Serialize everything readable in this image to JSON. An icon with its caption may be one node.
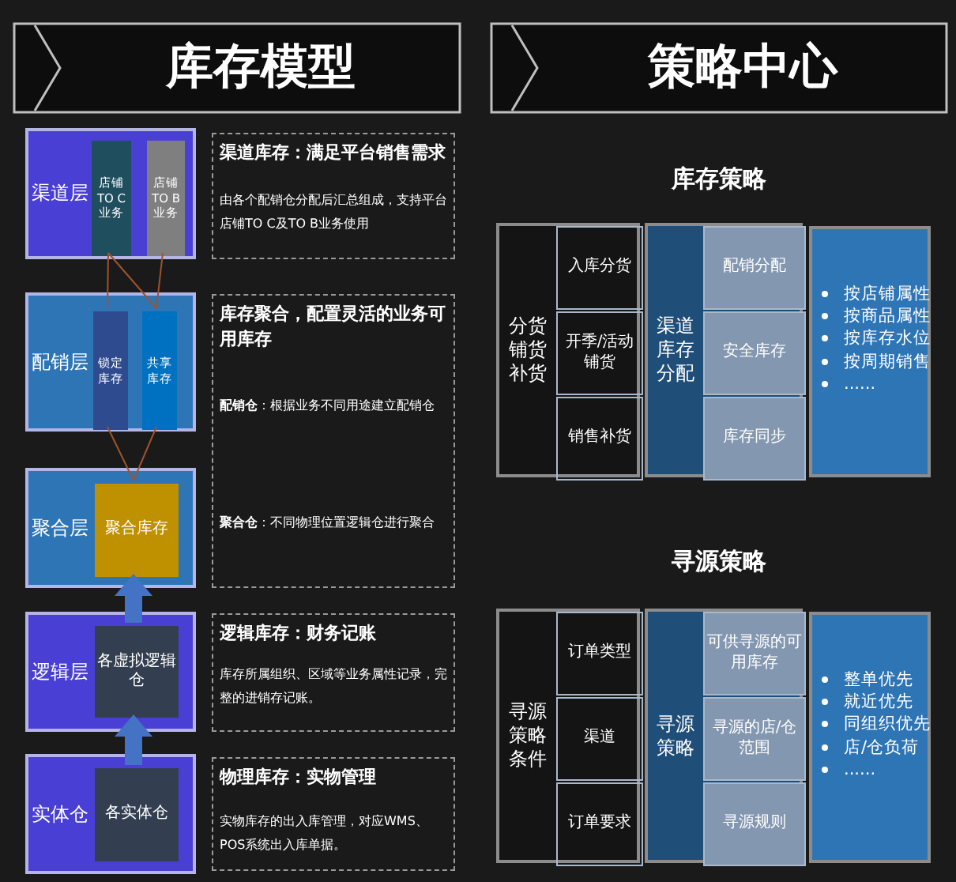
{
  "diagram": {
    "nodes": [
      {
        "text": [
          "库存模型"
        ]
      },
      {
        "text": [
          "渠道层"
        ]
      },
      {
        "text": [
          "店铺TO C业务"
        ],
        "in": 1
      },
      {
        "text": [
          "店铺TO B业务"
        ],
        "in": 1
      },
      {
        "text": [
          "渠道库存：满足平台销售需求",
          "由各个配销仓分配后汇总组成，支持平台店铺TO C及TO B业务使用"
        ]
      },
      {
        "text": [
          "配销层"
        ]
      },
      {
        "text": [
          "锁定库存"
        ],
        "in": 5
      },
      {
        "text": [
          "共享库存"
        ],
        "in": 5
      },
      {
        "text": [
          "库存聚合，配置灵活的业务可用库存",
          "**配销仓**：根据业务不同用途建立配销仓",
          "**聚合仓**：不同物理位置逻辑仓进行聚合"
        ]
      },
      {
        "text": [
          "聚合层"
        ]
      },
      {
        "text": [
          "聚合库存"
        ],
        "in": 9
      },
      {
        "text": [
          "逻辑层"
        ]
      },
      {
        "text": [
          "各虚拟逻辑仓"
        ],
        "in": 11
      },
      {
        "text": [
          "逻辑库存：财务记账",
          "库存所属组织、区域等业务属性记录，完整的进销存记账。"
        ]
      },
      {
        "text": [
          "实体仓"
        ]
      },
      {
        "text": [
          "各实体仓"
        ],
        "in": 14
      },
      {
        "text": [
          "物理库存：实物管理",
          "实物库存的出入库管理，对应WMS、POS系统出入库单据。"
        ]
      },
      {
        "text": [
          "策略中心"
        ]
      },
      {
        "text": [
          "分货铺货补货"
        ]
      },
      {
        "text": [
          "入库分货"
        ],
        "in": 18
      },
      {
        "text": [
          "开季/活动铺货"
        ],
        "in": 18
      },
      {
        "text": [
          "销售补货"
        ],
        "in": 18
      },
      {
        "text": [
          "渠道库存分配"
        ]
      },
      {
        "text": [
          "配销分配"
        ],
        "in": 22
      },
      {
        "text": [
          "安全库存"
        ],
        "in": 22
      },
      {
        "text": [
          "库存同步"
        ],
        "in": 22
      },
      {
        "text": [
          "按店铺属性",
          "按商品属性",
          "按库存水位",
          "按周期销售",
          "......"
        ]
      },
      {
        "text": [
          "寻源策略条件"
        ]
      },
      {
        "text": [
          "订单类型"
        ],
        "in": 27
      },
      {
        "text": [
          "渠道"
        ],
        "in": 27
      },
      {
        "text": [
          "订单要求"
        ],
        "in": 27
      },
      {
        "text": [
          "寻源策略"
        ]
      },
      {
        "text": [
          "可供寻源的可用库存"
        ],
        "in": 31
      },
      {
        "text": [
          "寻源的店/仓范围"
        ],
        "in": 31
      },
      {
        "text": [
          "寻源规则"
        ],
        "in": 31
      },
      {
        "text": [
          "整单优先",
          "就近优先",
          "同组织优先",
          "店/仓负荷",
          "......"
        ]
      }
    ],
    "edges": [
      {
        "from": 2,
        "to": 6,
        "arrow": "none"
      },
      {
        "from": 2,
        "to": 7,
        "arrow": "none"
      },
      {
        "from": 3,
        "to": 7,
        "arrow": "none"
      },
      {
        "from": 6,
        "to": 10,
        "arrow": "none"
      },
      {
        "from": 7,
        "to": 10,
        "arrow": "none"
      },
      {
        "from": 12,
        "to": 10,
        "arrow": "to",
        "style": "thick",
        "color": "#4472c4"
      },
      {
        "from": 15,
        "to": 12,
        "arrow": "to",
        "style": "thick",
        "color": "#4472c4"
      }
    ],
    "labels": [
      "库存策略",
      "寻源策略"
    ]
  }
}
